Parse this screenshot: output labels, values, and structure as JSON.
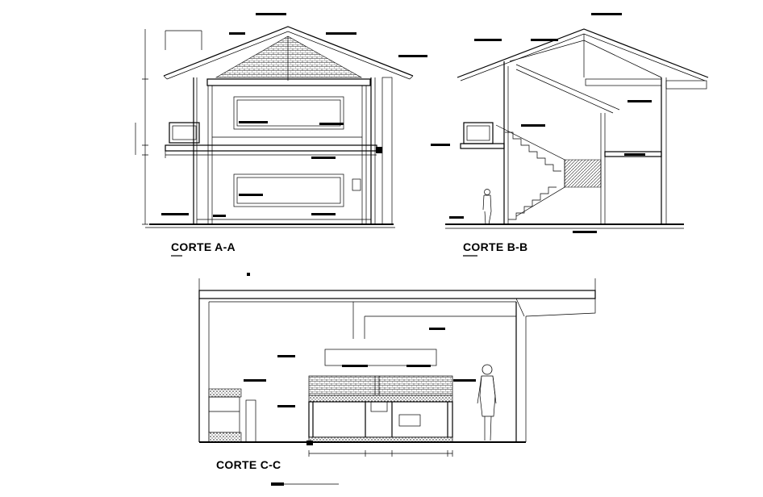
{
  "sections": [
    {
      "id": "a-a",
      "title": "CORTE A-A"
    },
    {
      "id": "b-b",
      "title": "CORTE B-B"
    },
    {
      "id": "c-c",
      "title": "CORTE C-C"
    }
  ],
  "colors": {
    "background": "#ffffff",
    "ink": "#000000",
    "hatch": "#333333"
  }
}
